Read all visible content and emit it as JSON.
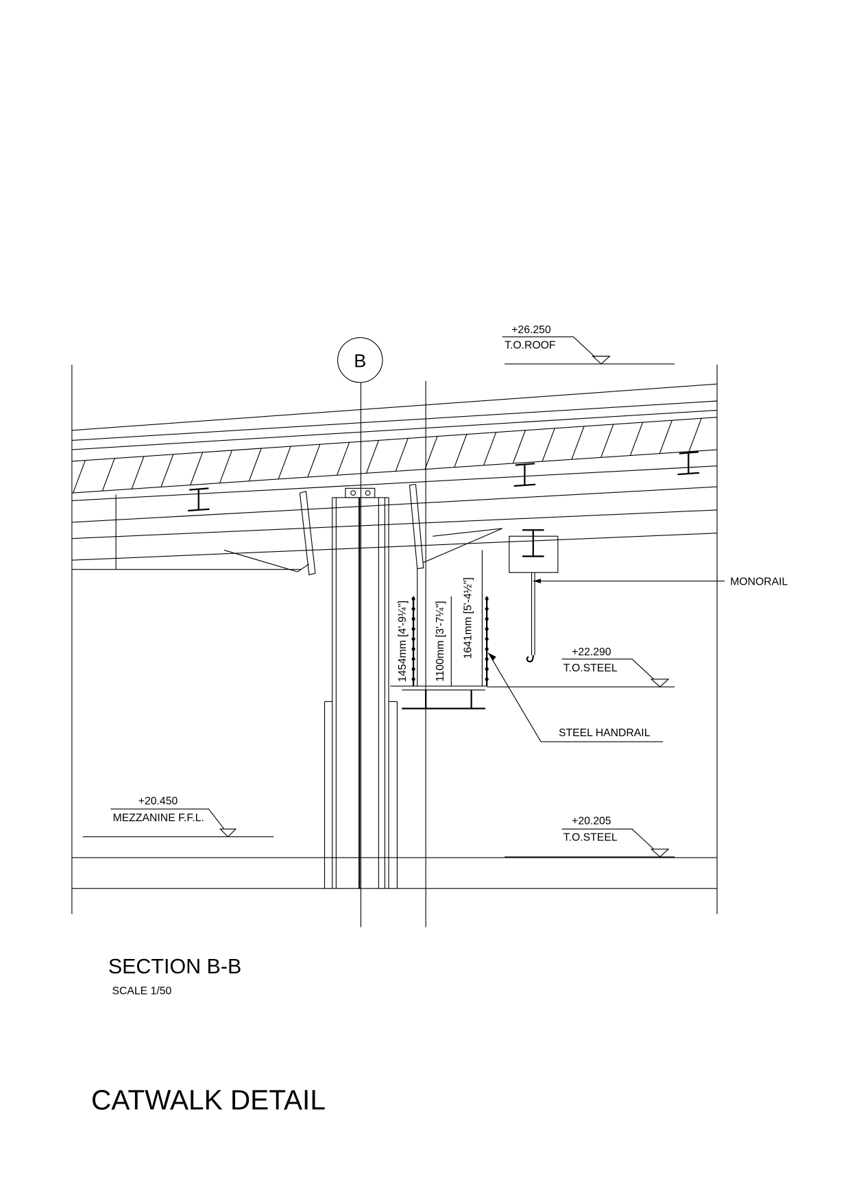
{
  "grid_label": "B",
  "levels": {
    "roof": {
      "value": "+26.250",
      "label": "T.O.ROOF"
    },
    "steel_upper": {
      "value": "+22.290",
      "label": "T.O.STEEL"
    },
    "mezzanine": {
      "value": "+20.450",
      "label": "MEZZANINE F.F.L."
    },
    "steel_lower": {
      "value": "+20.205",
      "label": "T.O.STEEL"
    }
  },
  "callouts": {
    "monorail": "MONORAIL",
    "handrail": "STEEL HANDRAIL"
  },
  "dimensions": {
    "d1": "1454mm [4'-9¼\"]",
    "d2": "1100mm [3'-7¼\"]",
    "d3": "1641mm [5'-4½\"]"
  },
  "section_title": "SECTION B-B",
  "scale": "SCALE 1/50",
  "sheet_title": "CATWALK DETAIL"
}
